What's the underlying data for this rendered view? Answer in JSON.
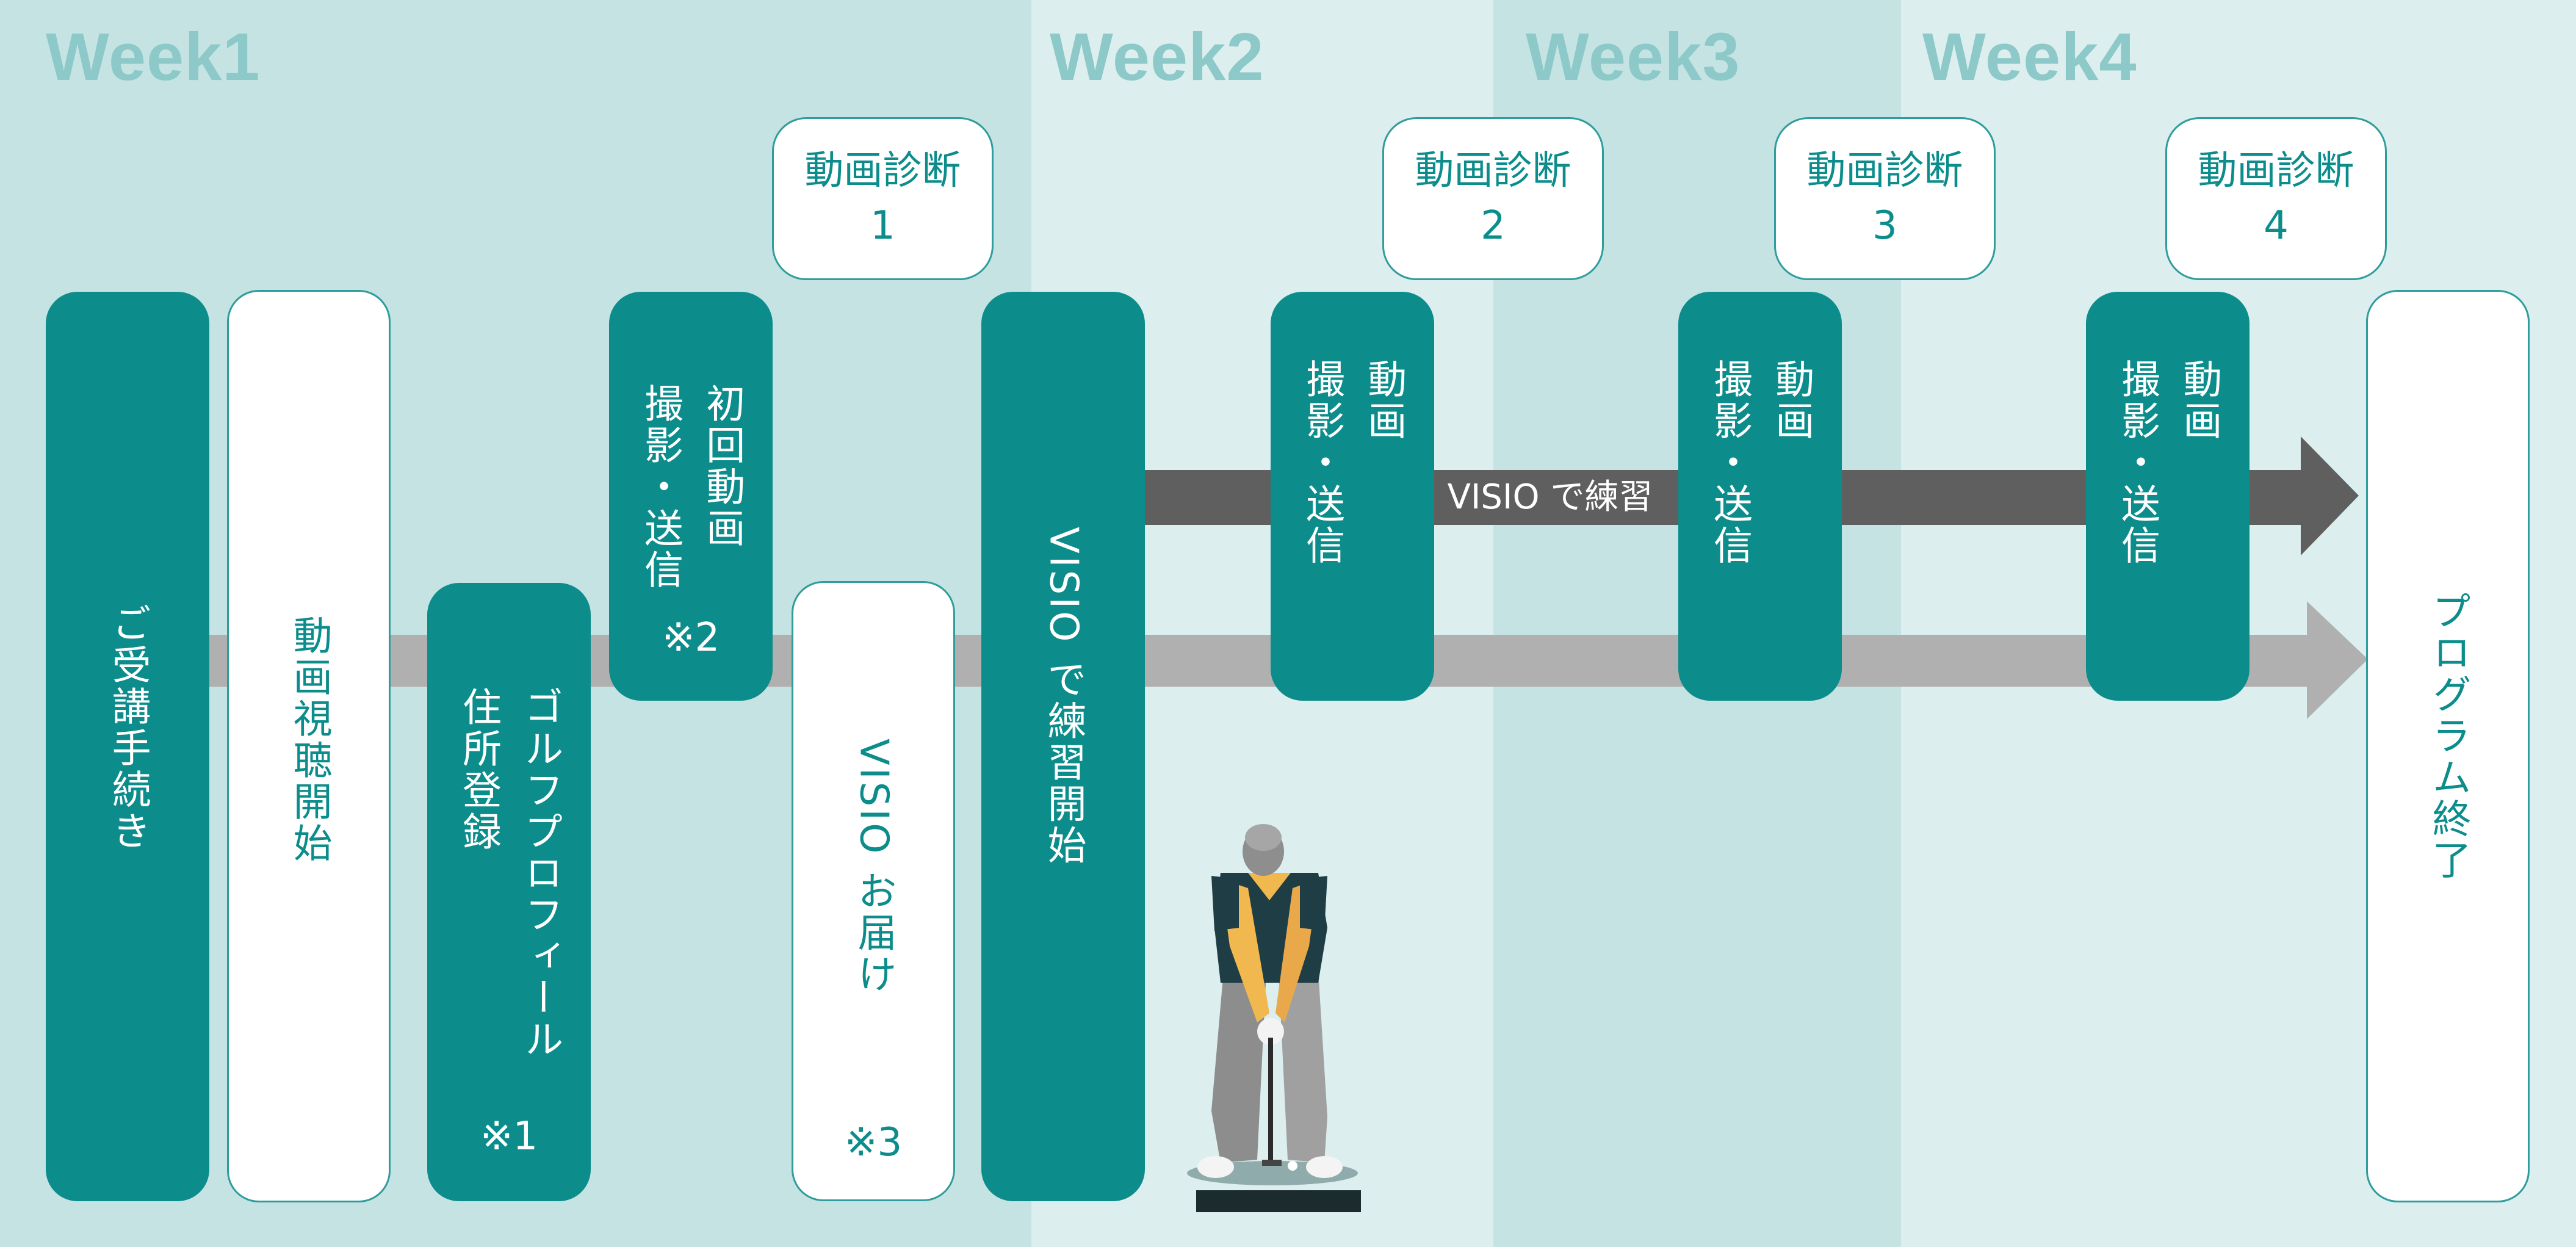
{
  "weeks": [
    "Week1",
    "Week2",
    "Week3",
    "Week4"
  ],
  "colors": {
    "teal": "#0c8d8c",
    "week_label": "#8cc9c8",
    "band_dark": "#c5e3e3",
    "band_light": "#dceeee",
    "arrow_gray_light": "#b0b0b0",
    "arrow_gray_dark": "#5f5f5f"
  },
  "diagnosis": [
    {
      "title": "動画診断",
      "num": "1"
    },
    {
      "title": "動画診断",
      "num": "2"
    },
    {
      "title": "動画診断",
      "num": "3"
    },
    {
      "title": "動画診断",
      "num": "4"
    }
  ],
  "steps": {
    "enrollment": "ご受講手続き",
    "video_start": "動画視聴開始",
    "profile_line1": "ゴルフプロフィール",
    "profile_line2": "住所登録",
    "profile_note": "※1",
    "first_video_line1": "初回動画",
    "first_video_line2": "撮影・送信",
    "first_video_note": "※2",
    "visio_delivery": "VISIO お届け",
    "visio_delivery_note": "※3",
    "practice_start": "VISIO で練習開始",
    "video_shoot_line1": "動画",
    "video_shoot_line2": "撮影・送信",
    "program_end": "プログラム終了"
  },
  "practice_arrow_label": "VISIO で練習",
  "illustration": "golfer-figure"
}
